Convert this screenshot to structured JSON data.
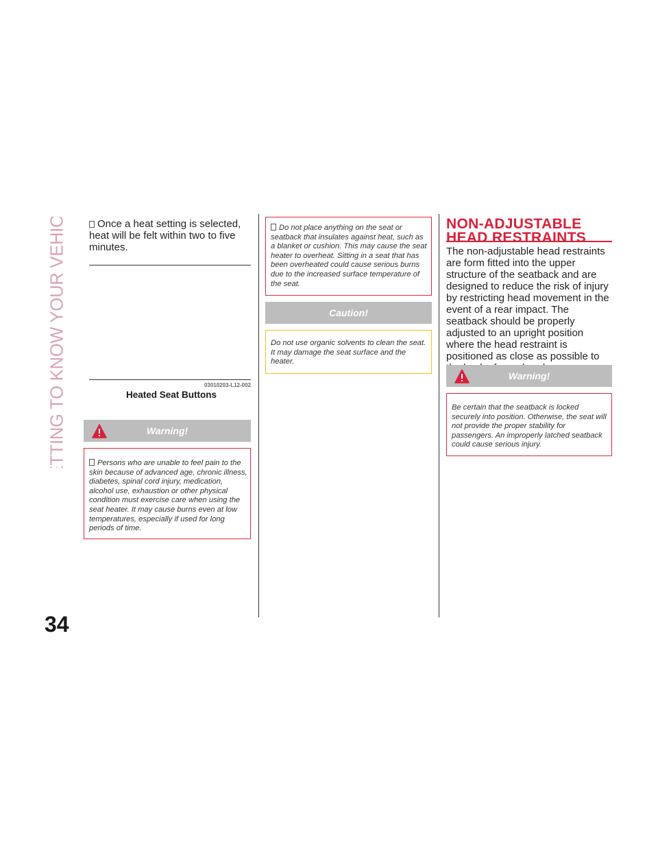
{
  "side_tab": "GETTING TO KNOW YOUR VEHICLE",
  "page_number": "34",
  "col1": {
    "para": "Once a heat setting is selected, heat will be felt within two to five minutes.",
    "figure_id": "03010203-L12-002",
    "figure_caption": "Heated Seat Buttons",
    "warning_title": "Warning!",
    "warning_text": "Persons who are unable to feel pain to the skin because of advanced age, chronic illness, diabetes, spinal cord injury, medication, alcohol use, exhaustion or other physical condition must exercise care when using the seat heater. It may cause burns even at low temperatures, especially if used for long periods of time."
  },
  "col2": {
    "warning_text": "Do not place anything on the seat or seatback that insulates against heat, such as a blanket or cushion. This may cause the seat heater to overheat. Sitting in a seat that has been overheated could cause serious burns due to the increased surface temperature of the seat.",
    "caution_title": "Caution!",
    "caution_text": "Do not use organic solvents to clean the seat. It may damage the seat surface and the heater."
  },
  "col3": {
    "title_line1": "NON-ADJUSTABLE",
    "title_line2": "HEAD RESTRAINTS",
    "para": "The non-adjustable head restraints are form fitted into the upper structure of the seatback and are designed to reduce the risk of injury by restricting head movement in the event of a rear impact. The seatback should be properly adjusted to an upright position where the head restraint is positioned as close as possible to the back of your head.",
    "warning_title": "Warning!",
    "warning_text": "Be certain that the seatback is locked securely into position. Otherwise, the seat will not provide the proper stability for passengers. An improperly latched seatback could cause serious injury."
  },
  "colors": {
    "accent_red": "#d8213b",
    "caution_yellow": "#f0c020",
    "alert_gray": "#bdbdbd",
    "side_tab_pink": "#d9a3b2"
  }
}
